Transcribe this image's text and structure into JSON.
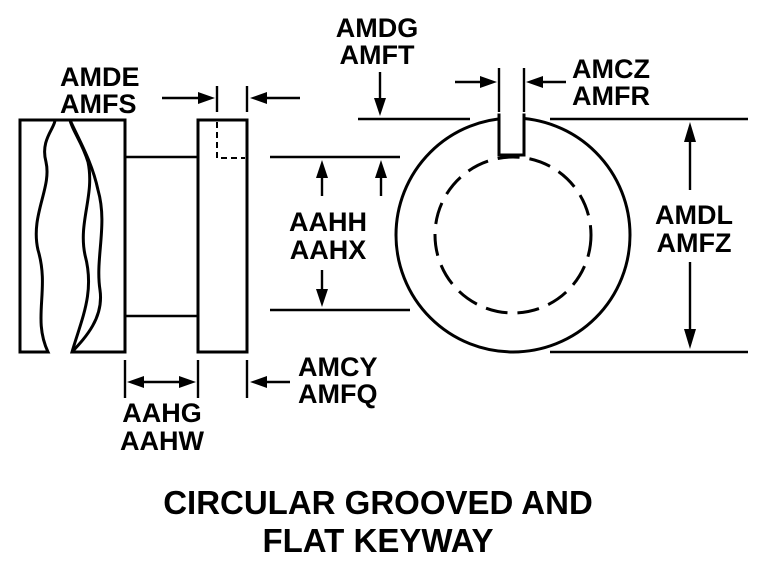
{
  "title": {
    "line1": "CIRCULAR GROOVED AND",
    "line2": "FLAT KEYWAY"
  },
  "labels": {
    "amdg": "AMDG",
    "amft": "AMFT",
    "amde": "AMDE",
    "amfs": "AMFS",
    "amcz": "AMCZ",
    "amfr": "AMFR",
    "aahh": "AAHH",
    "aahx": "AAHX",
    "amdl": "AMDL",
    "amfz": "AMFZ",
    "amcy": "AMCY",
    "amfq": "AMFQ",
    "aahg": "AAHG",
    "aahw": "AAHW"
  }
}
